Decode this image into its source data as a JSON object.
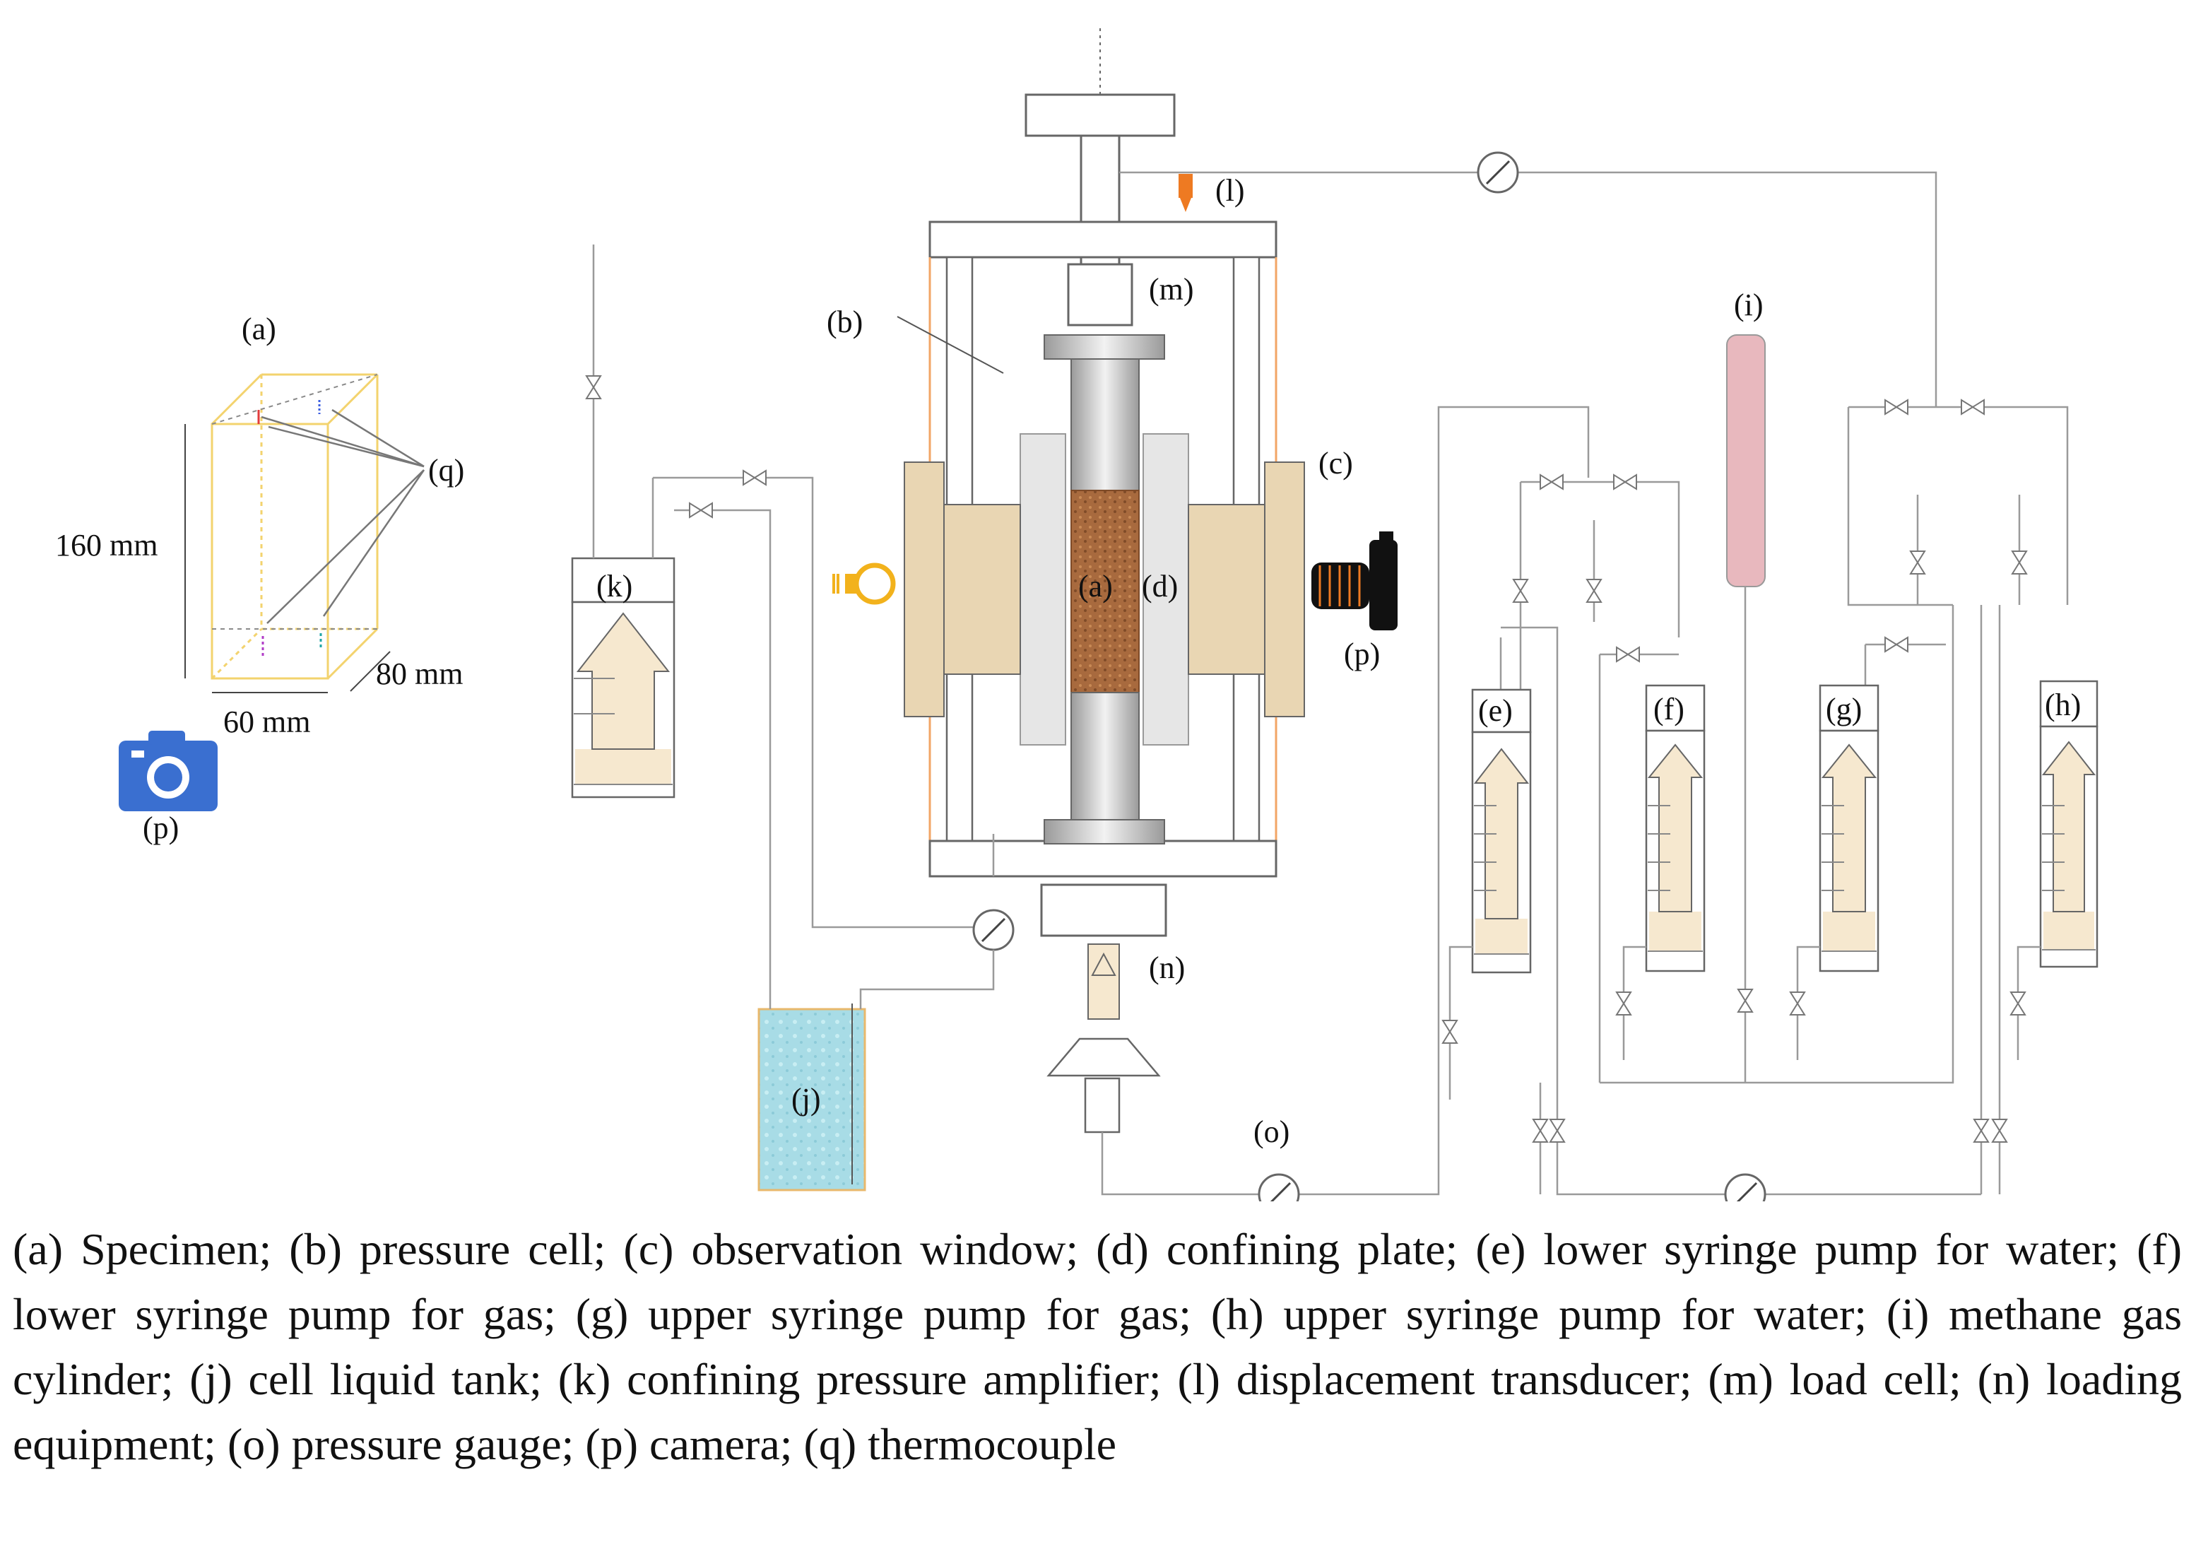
{
  "labels": {
    "a_spec": "(a)",
    "q": "(q)",
    "p_left": "(p)",
    "b": "(b)",
    "c": "(c)",
    "l": "(l)",
    "m": "(m)",
    "a_center": "(a)",
    "d": "(d)",
    "p_right": "(p)",
    "k": "(k)",
    "n": "(n)",
    "j": "(j)",
    "o": "(o)",
    "e": "(e)",
    "f": "(f)",
    "g": "(g)",
    "h": "(h)",
    "i": "(i)"
  },
  "dimensions": {
    "height": "160 mm",
    "depth": "80 mm",
    "width": "60 mm"
  },
  "caption": "(a) Specimen; (b) pressure cell; (c) observation window; (d) confining plate; (e) lower syringe pump for water; (f) lower syringe pump for gas; (g) upper syringe pump for gas; (h) upper syringe pump for water; (i) methane gas cylinder; (j) cell liquid tank; (k) confining pressure amplifier; (l) displacement transducer; (m) load cell; (n) loading equipment; (o) pressure gauge; (p) camera; (q) thermocouple",
  "icons": [
    "camera-icon",
    "light-bulb-icon",
    "camera-side-icon",
    "pressure-gauge-icon",
    "valve-icon",
    "up-arrow-icon"
  ],
  "colors": {
    "specimen": "#a86a3e",
    "window": "#e9d6b3",
    "plate": "#e6e6e6",
    "tank_water": "#a8dce6",
    "gas_cylinder": "#e8b8be",
    "camera_blue": "#3a6fd0",
    "bulb": "#f2b21c",
    "transducer": "#ee7a22",
    "pump_arrow": "#f6e8cf",
    "frame_edge": "#f2a566",
    "specimen_box": "#f3d36e"
  }
}
